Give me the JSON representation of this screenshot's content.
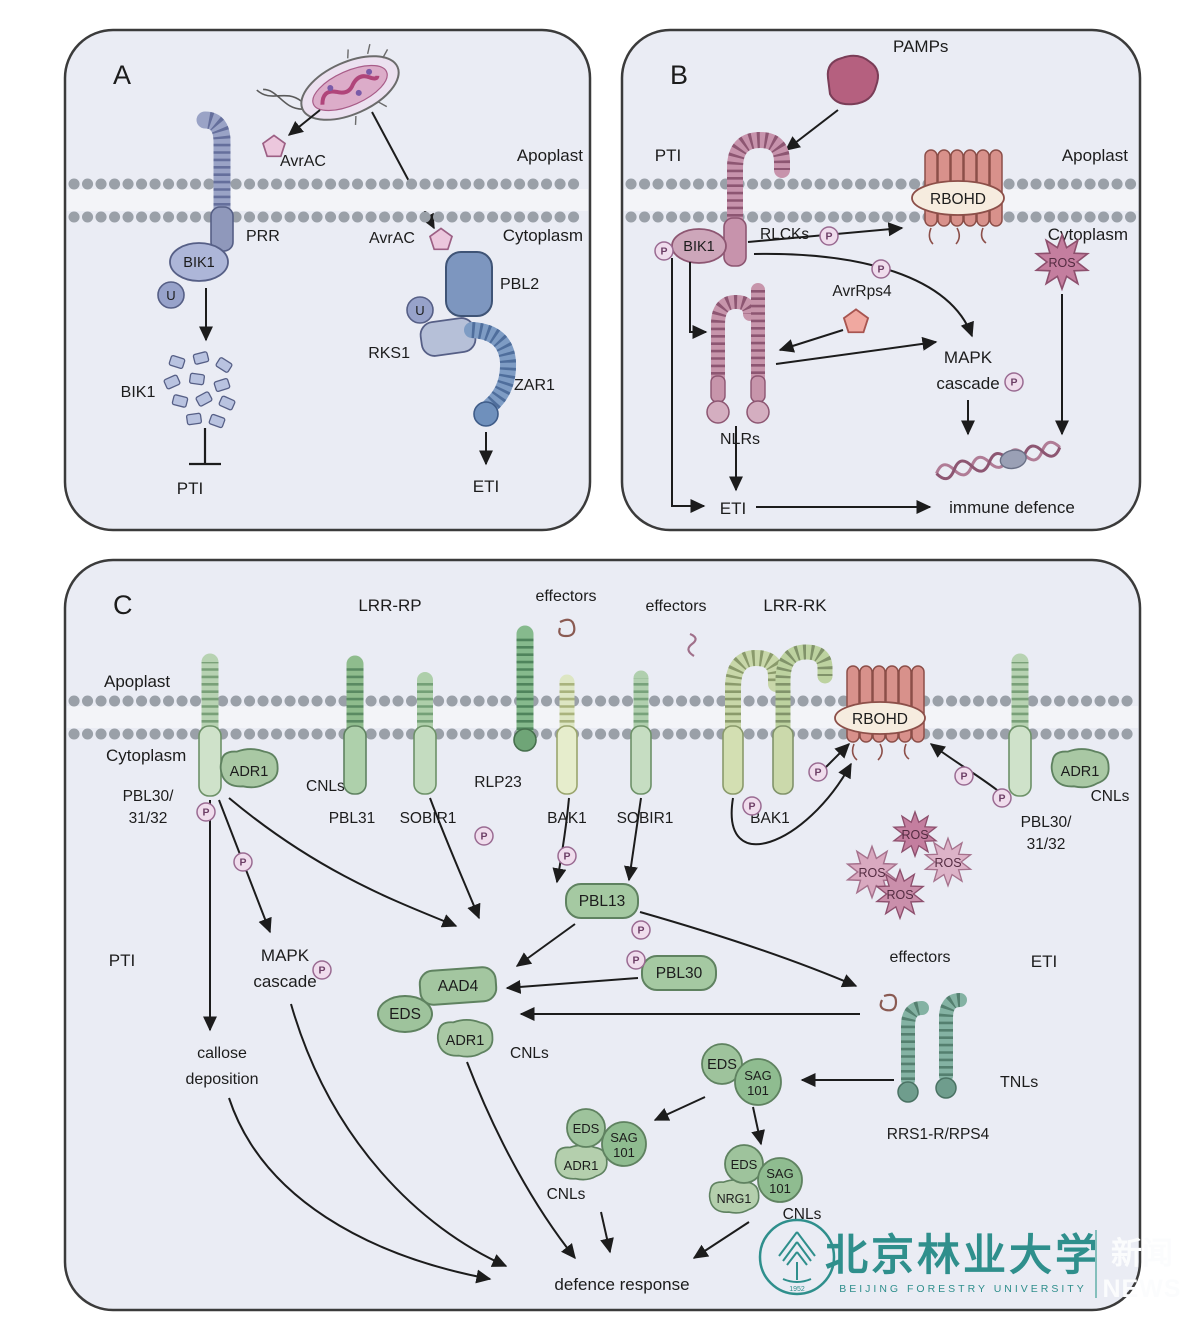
{
  "shared": {
    "p": "P"
  },
  "panel_a": {
    "label": "A",
    "avrac": "AvrAC",
    "apoplast": "Apoplast",
    "cytoplasm": "Cytoplasm",
    "prr": "PRR",
    "bik1": "BIK1",
    "u": "U",
    "pti": "PTI",
    "pbl2": "PBL2",
    "rks1": "RKS1",
    "zar1": "ZAR1",
    "eti": "ETI"
  },
  "panel_b": {
    "label": "B",
    "pamps": "PAMPs",
    "pti": "PTI",
    "apoplast": "Apoplast",
    "cytoplasm": "Cytoplasm",
    "rlcks": "RLCKs",
    "bik1": "BIK1",
    "rbohd": "RBOHD",
    "ros": "ROS",
    "avrrps4": "AvrRps4",
    "mapk": "MAPK",
    "cascade": "cascade",
    "nlrs": "NLRs",
    "eti": "ETI",
    "immune_defence": "immune defence"
  },
  "panel_c": {
    "label": "C",
    "lrr_rp": "LRR-RP",
    "effectors": "effectors",
    "lrr_rk": "LRR-RK",
    "apoplast": "Apoplast",
    "cytoplasm": "Cytoplasm",
    "adr1": "ADR1",
    "cnls": "CNLs",
    "pbl30_line1": "PBL30/",
    "pbl30_line2": "31/32",
    "pbl31": "PBL31",
    "sobir1": "SOBIR1",
    "rlp23": "RLP23",
    "bak1": "BAK1",
    "rbohd": "RBOHD",
    "ros": "ROS",
    "pbl13": "PBL13",
    "pti": "PTI",
    "mapk": "MAPK",
    "cascade": "cascade",
    "aad4": "AAD4",
    "eds": "EDS",
    "pbl30": "PBL30",
    "eti": "ETI",
    "callose_line1": "callose",
    "callose_line2": "deposition",
    "sag": "SAG",
    "sag101": "101",
    "tnls": "TNLs",
    "rrs1_rps4": "RRS1-R/RPS4",
    "nrg1": "NRG1",
    "defence_response": "defence response"
  },
  "logo": {
    "university_cn": "北京林业大学",
    "university_en": "BEIJING FORESTRY UNIVERSITY",
    "news_cn": "新闻",
    "news_en": "NEWS",
    "year": "1952"
  },
  "colors": {
    "panel_bg": "#eaecf4",
    "membrane_gray": "#9aa0a8",
    "pink": "#c793ac",
    "green": "#a9c8a4",
    "blue_purple": "#8f98bb",
    "rbohd_pink": "#d8918b",
    "ros_pink": "#c47e9f",
    "brand_teal": "#2f8f8c",
    "arrow": "#1c1c1c"
  }
}
